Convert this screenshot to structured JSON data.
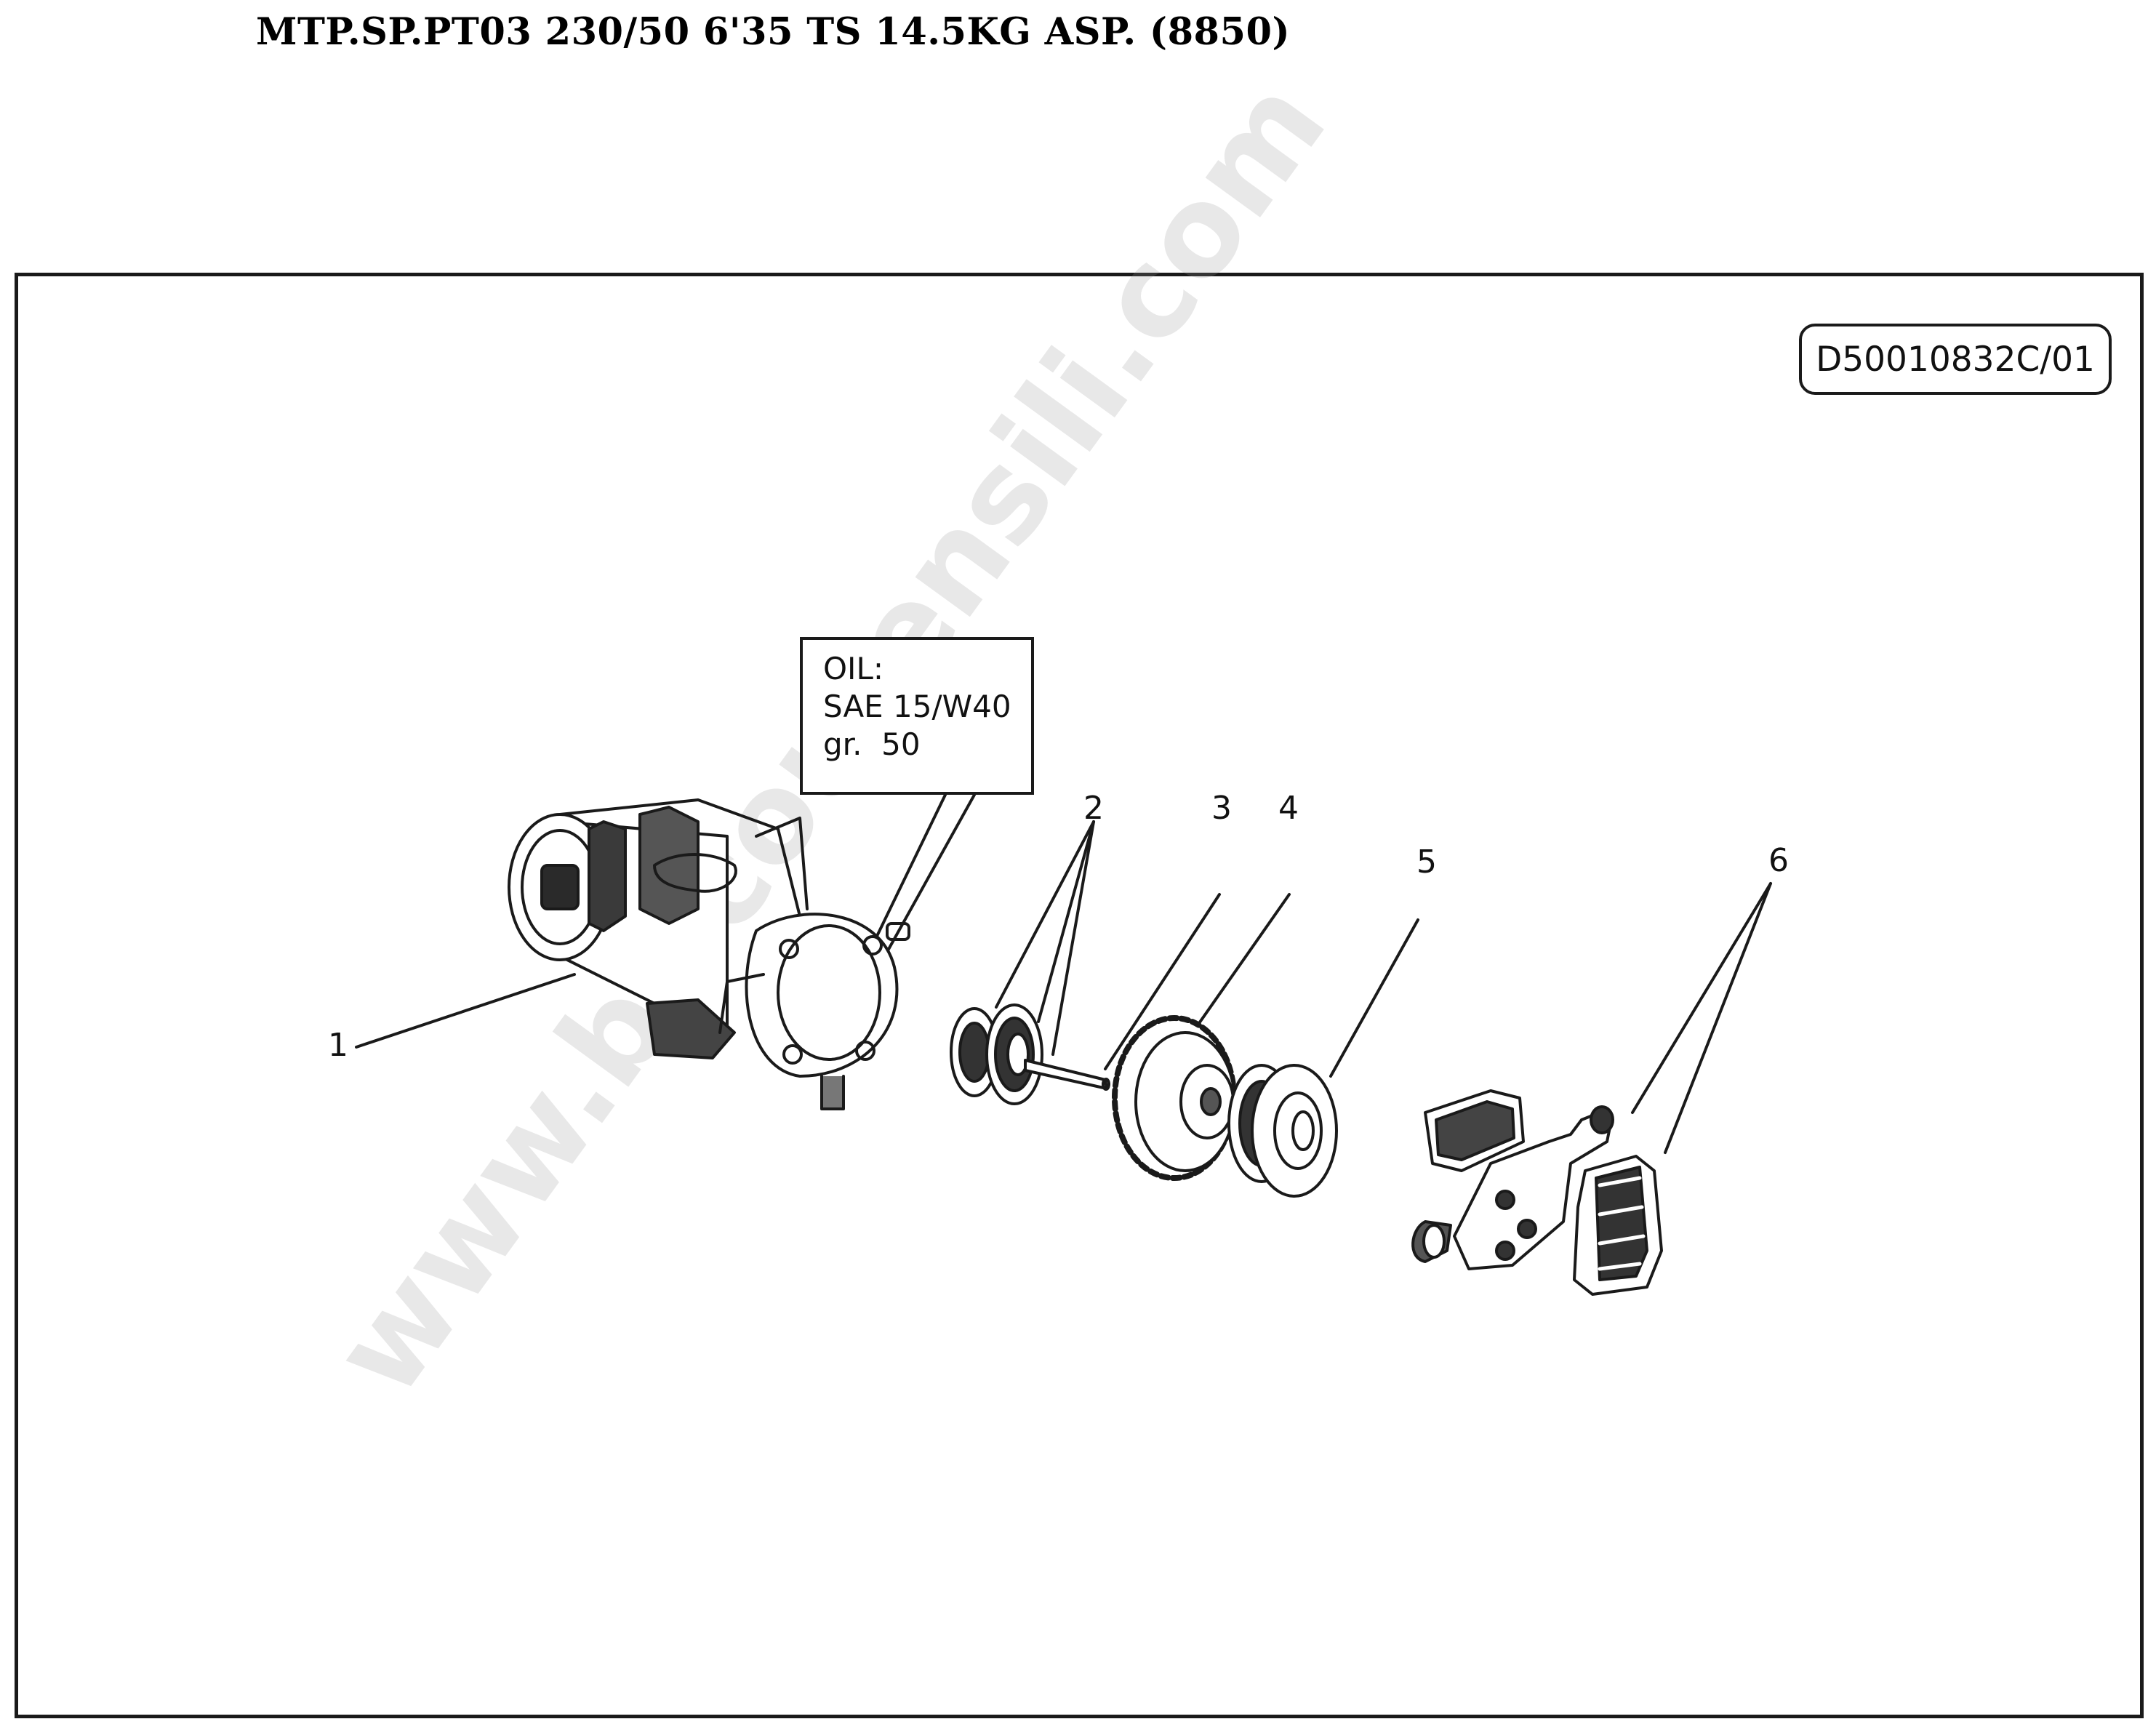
{
  "title": "MTP.SP.PT03 230/50 6'35 TS 14.5KG ASP. (8850)",
  "document_code": "D50010832C/01",
  "oil_note": {
    "line1": "OIL:",
    "line2": "SAE 15/W40",
    "line3": "gr.  50"
  },
  "callouts": [
    "1",
    "2",
    "3",
    "4",
    "5",
    "6"
  ],
  "watermark": "www.bricoutensili.com",
  "icons": [
    "motor-assembly-icon",
    "seal-rings-icon",
    "shaft-pin-icon",
    "gear-wheel-icon",
    "pulley-icon",
    "pump-head-icon"
  ]
}
